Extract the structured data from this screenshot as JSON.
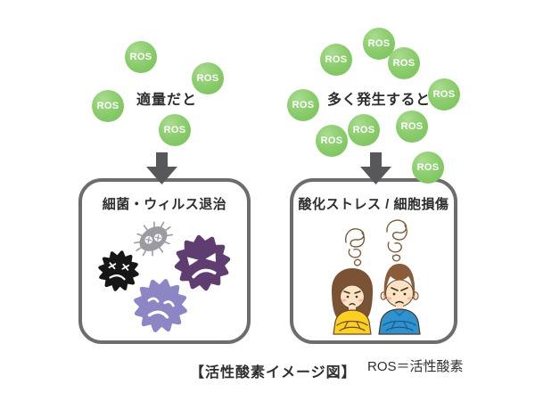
{
  "ros": {
    "label": "ROS",
    "count_left": 4,
    "count_right": 9
  },
  "left": {
    "caption": "適量だと",
    "box_title": "細菌・ウィルス退治"
  },
  "right": {
    "caption": "多く発生すると",
    "box_title": "酸化ストレス / 細胞損傷"
  },
  "footer": {
    "caption": "【活性酸素イメージ図】",
    "legend": "ROS＝活性酸素"
  },
  "icons": {
    "down_arrow": "block-arrow-down",
    "bacterium": "germ-with-cilia",
    "virus_black": "spiky-virus",
    "virus_dark_purple": "spiky-virus",
    "virus_light_purple": "spiky-virus",
    "stress_scribble": "tangled-line",
    "woman": "stressed-woman-arms-crossed",
    "man": "stressed-man-arms-crossed"
  },
  "colors": {
    "ros_green": "#77c158",
    "ros_green_light": "#aadc90",
    "arrow_gray": "#58585a",
    "box_border_gray": "#6d6d6d",
    "virus_black": "#161616",
    "virus_dark_purple": "#5f3d70",
    "virus_light_purple": "#8d86c4",
    "germ_gray": "#9b9ba3",
    "shirt_yellow": "#fcd021",
    "shirt_blue": "#2f92cf",
    "scribble_brown": "#7b5b3a",
    "text_dark": "#2e2e2e"
  }
}
